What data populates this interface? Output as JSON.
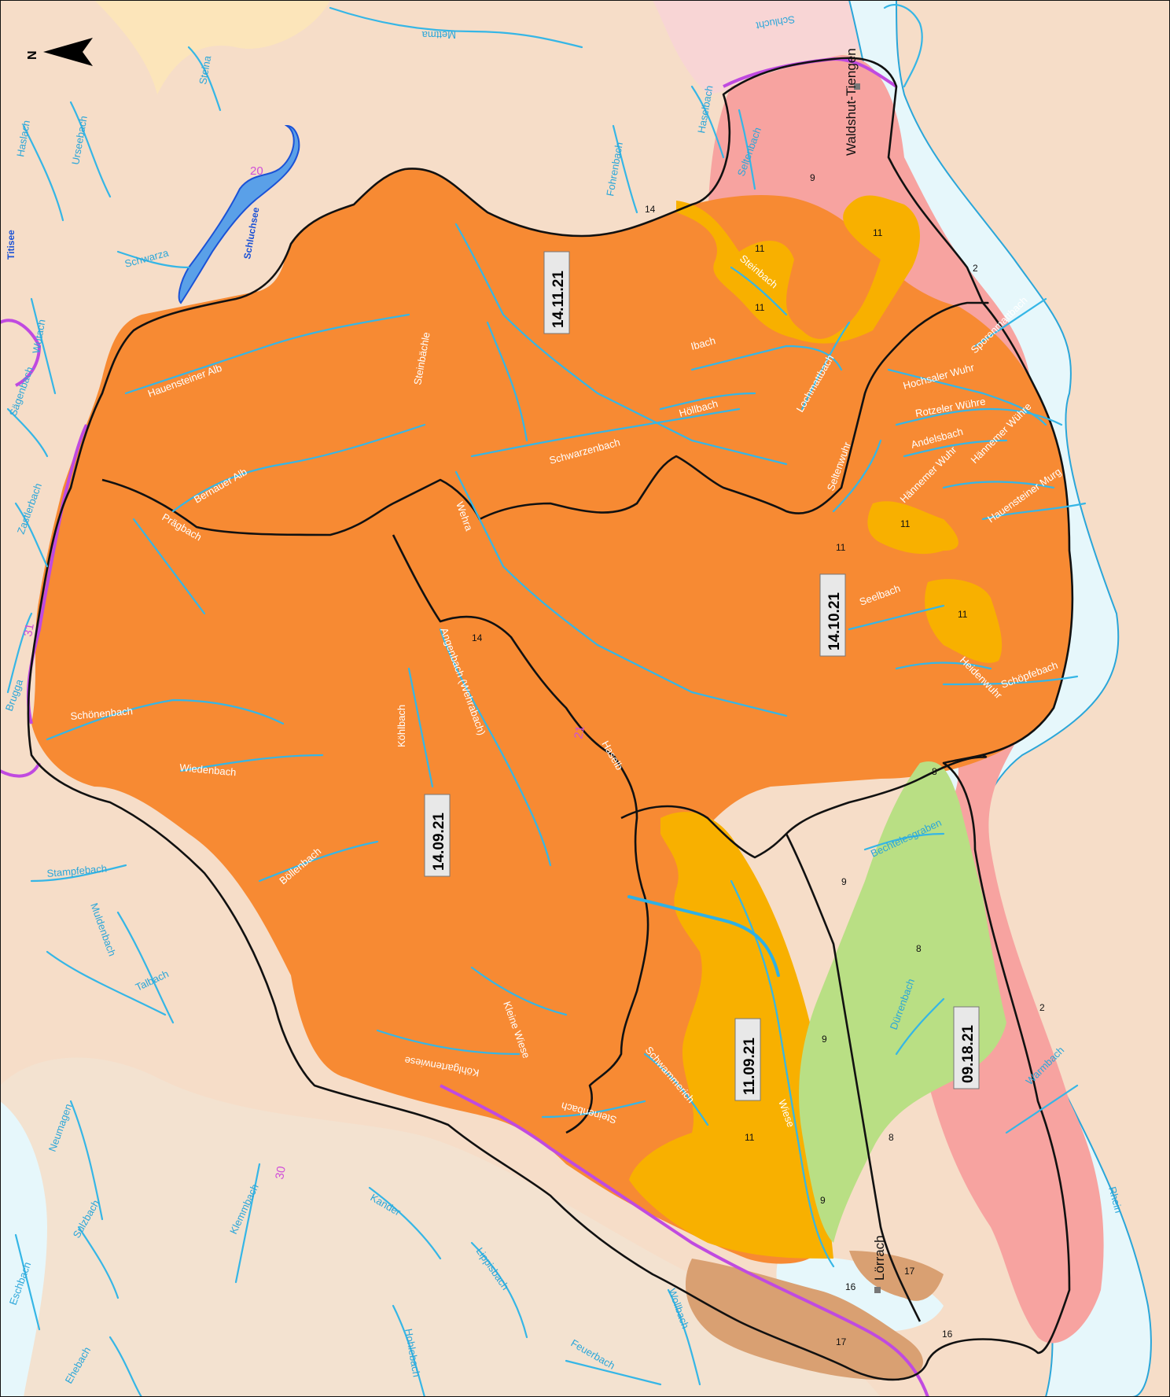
{
  "north_label": "N",
  "colors": {
    "background": "#f6ddc8",
    "catchment_orange": "#f78a33",
    "unit_11_yellow": "#f8b000",
    "unit_9_pink": "#f7a3a0",
    "unit_8_green": "#b9df84",
    "unit_17_brown": "#d9a072",
    "rhine_water": "#e6f7fb",
    "river_blue": "#35b6e6"
  },
  "dates": [
    {
      "id": "date-1",
      "text": "14.11.21"
    },
    {
      "id": "date-2",
      "text": "14.10.21"
    },
    {
      "id": "date-3",
      "text": "14.09.21"
    },
    {
      "id": "date-4",
      "text": "11.09.21"
    },
    {
      "id": "date-5",
      "text": "09.18.21"
    }
  ],
  "towns": [
    {
      "id": "town-waldshut",
      "text": "Waldshut-Tiengen"
    },
    {
      "id": "town-loerrach",
      "text": "Lörrach"
    }
  ],
  "lake": {
    "name": "Schluchsee",
    "number": "20"
  },
  "titisee": "Titisee",
  "route_numbers": [
    "20",
    "21",
    "30",
    "31"
  ],
  "unit_codes": [
    "9",
    "11",
    "11",
    "11",
    "11",
    "11",
    "11",
    "11",
    "8",
    "8",
    "8",
    "9",
    "9",
    "9",
    "17",
    "17",
    "16",
    "14",
    "14",
    "2",
    "2",
    "16"
  ],
  "rivers": [
    "Mettma",
    "Schlucht",
    "Steina",
    "Haselbach",
    "Seltenbach",
    "Fohrenbach",
    "Haslach",
    "Urseebach",
    "Schwarza",
    "Wutach",
    "Sägenbach",
    "Zastlerbach",
    "Brugga",
    "Steinbach",
    "Steinbächle",
    "Hauensteiner Alb",
    "Bernauer Alb",
    "Ibach",
    "Höllbach",
    "Schwarzenbach",
    "Lochmattbach",
    "Seltenwuhr",
    "Hochsaler Wuhr",
    "Rotzeler Wühre",
    "Andelsbach",
    "Hännemer Wuhr",
    "Hännemer Wühre",
    "Hauensteiner Murg",
    "Sporenmattbach",
    "Prägbach",
    "Wehra",
    "Angenbach (Wehrabach)",
    "Seelbach",
    "Heidenwuhr",
    "Schöpfebach",
    "Schönenbach",
    "Wiedenbach",
    "Köhlbach",
    "Haselb",
    "Böllenbach",
    "Stampfebach",
    "Muldenbach",
    "Talbach",
    "Kleine Wiese",
    "Köhlgartenwiese",
    "Neumagen",
    "Eschbach",
    "Sulzbach",
    "Klemmbach",
    "Kander",
    "Lippisbach",
    "Hohlebach",
    "Ehebach",
    "Wollbach",
    "Feuerbach",
    "Steinenbach",
    "Schwammerich",
    "Wiese",
    "Bechtelesgraben",
    "Dürrenbach",
    "Warmbach",
    "Rhein"
  ]
}
